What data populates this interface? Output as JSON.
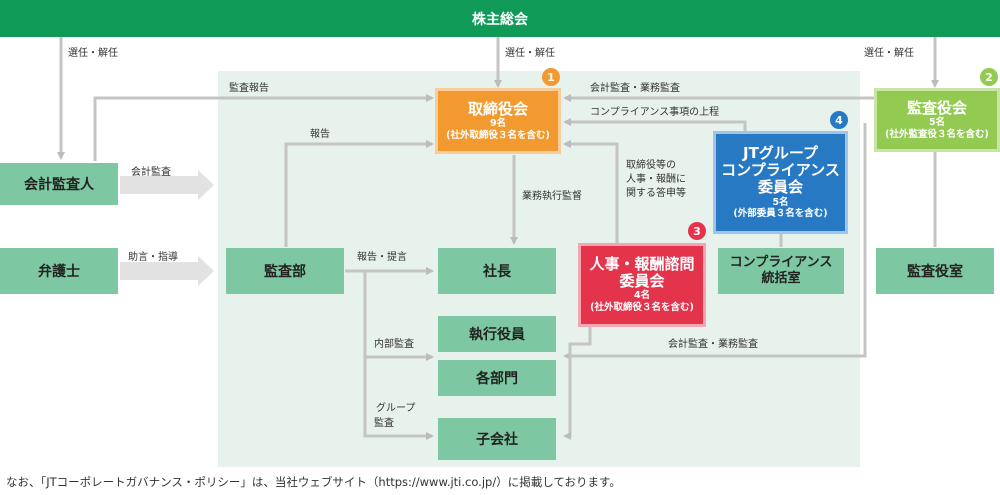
{
  "top_bar": {
    "label": "株主総会"
  },
  "arrow_labels": {
    "election_left": "選任・解任",
    "election_center": "選任・解任",
    "election_right": "選任・解任",
    "audit_report": "監査報告",
    "report": "報告",
    "accounting_audit": "会計監査",
    "advice": "助言・指導",
    "accounting_business_audit_top": "会計監査・業務監査",
    "compliance_report": "コンプライアンス事項の上程",
    "business_supervision": "業務執行監督",
    "nomination_line1": "取締役等の",
    "nomination_line2": "人事・報酬に",
    "nomination_line3": "関する答申等",
    "report_proposal": "報告・提言",
    "internal_audit": "内部監査",
    "group_audit_line1": "グループ",
    "group_audit_line2": "監査",
    "accounting_business_audit_bottom": "会計監査・業務監査"
  },
  "boxes": {
    "accounting_auditor": "会計監査人",
    "lawyer": "弁護士",
    "audit_dept": "監査部",
    "president": "社長",
    "executive_officers": "執行役員",
    "departments": "各部門",
    "subsidiaries": "子会社",
    "compliance_office_line1": "コンプライアンス",
    "compliance_office_line2": "統括室",
    "auditor_office": "監査役室",
    "board": {
      "title": "取締役会",
      "count": "9名",
      "detail": "(社外取締役３名を含む)",
      "badge": "1"
    },
    "auditors": {
      "title": "監査役会",
      "count": "5名",
      "detail": "(社外監査役３名を含む)",
      "badge": "2"
    },
    "nomination": {
      "title_line1": "人事・報酬諮問",
      "title_line2": "委員会",
      "count": "4名",
      "detail": "(社外取締役３名を含む)",
      "badge": "3"
    },
    "compliance": {
      "title_line1": "JTグループ",
      "title_line2": "コンプライアンス",
      "title_line3": "委員会",
      "count": "5名",
      "detail": "(外部委員３名を含む)",
      "badge": "4"
    }
  },
  "colors": {
    "header_green": "#0f9a58",
    "box_green": "#7dc8a2",
    "board_orange": "#f29a2f",
    "auditors_green": "#92ca52",
    "nomination_red": "#e3344c",
    "compliance_blue": "#2779c4",
    "arrow_gray": "#bcbcbc"
  },
  "footnote": "なお、「JTコーポレートガバナンス・ポリシー」は、当社ウェブサイト（https://www.jti.co.jp/）に掲載しております。"
}
